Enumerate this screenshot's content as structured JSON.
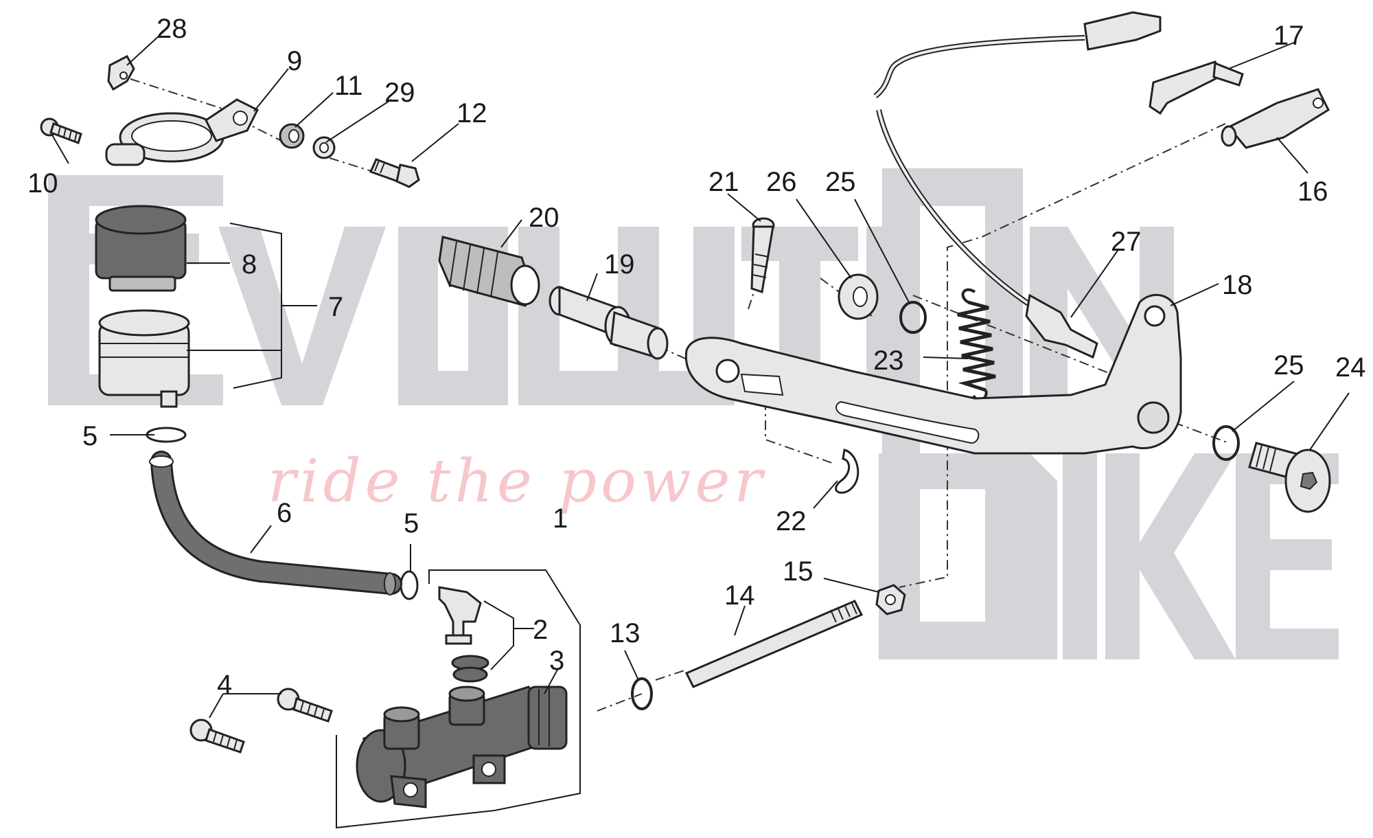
{
  "watermark": {
    "letters": [
      "E",
      "v",
      "o",
      "l",
      "u",
      "t",
      "i",
      "O",
      "n",
      "B",
      "i",
      "k",
      "e"
    ],
    "tagline": "ride the power"
  },
  "callouts": [
    "1",
    "2",
    "3",
    "4",
    "5",
    "5",
    "6",
    "7",
    "8",
    "9",
    "10",
    "11",
    "12",
    "13",
    "14",
    "15",
    "16",
    "17",
    "18",
    "19",
    "20",
    "21",
    "22",
    "23",
    "24",
    "25",
    "25",
    "26",
    "27",
    "28",
    "29"
  ]
}
